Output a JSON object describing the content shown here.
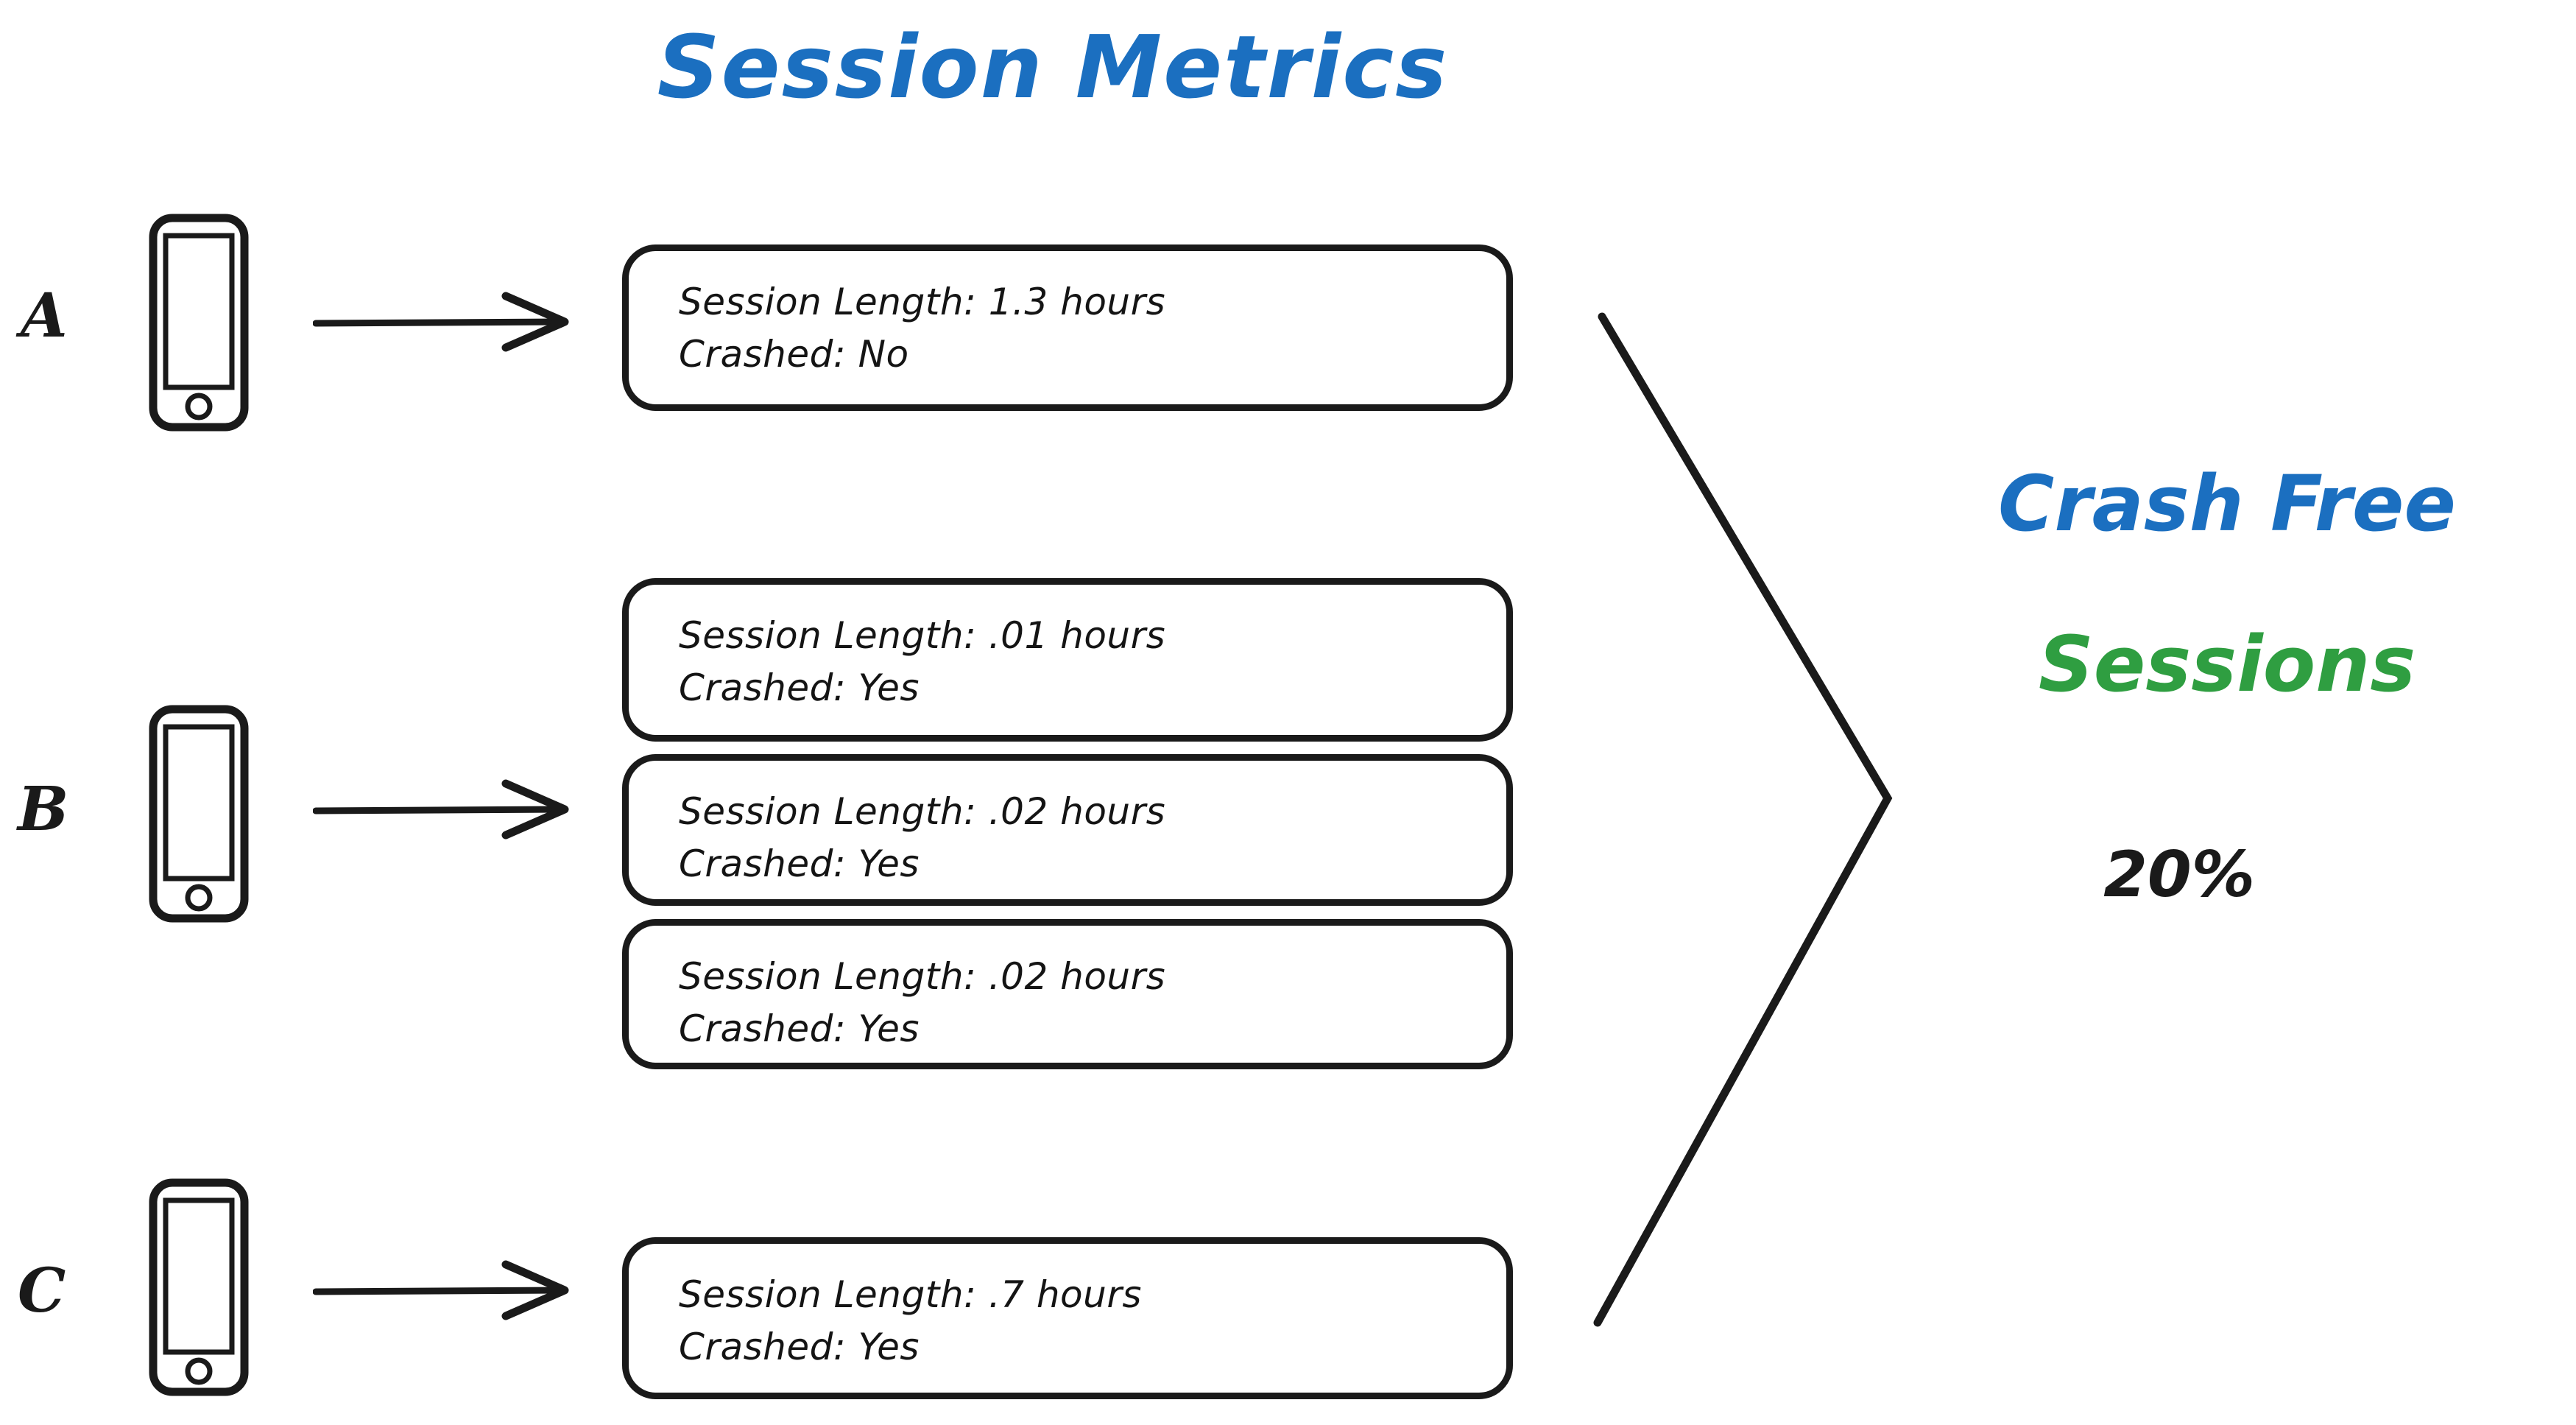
{
  "title": "Session Metrics",
  "devices": [
    {
      "label": "A",
      "icon": "mobile-phone-icon",
      "arrow_icon": "arrow-right-icon"
    },
    {
      "label": "B",
      "icon": "mobile-phone-icon",
      "arrow_icon": "arrow-right-icon"
    },
    {
      "label": "C",
      "icon": "mobile-phone-icon",
      "arrow_icon": "arrow-right-icon"
    }
  ],
  "sessions": [
    {
      "device": "A",
      "length_line": "Session Length: 1.3 hours",
      "crashed_line": "Crashed: No",
      "length_value": "1.3",
      "length_unit": "hours",
      "crashed": "No"
    },
    {
      "device": "B",
      "length_line": "Session Length: .01 hours",
      "crashed_line": "Crashed: Yes",
      "length_value": ".01",
      "length_unit": "hours",
      "crashed": "Yes"
    },
    {
      "device": "B",
      "length_line": "Session Length: .02 hours",
      "crashed_line": "Crashed: Yes",
      "length_value": ".02",
      "length_unit": "hours",
      "crashed": "Yes"
    },
    {
      "device": "B",
      "length_line": "Session Length: .02 hours",
      "crashed_line": "Crashed: Yes",
      "length_value": ".02",
      "length_unit": "hours",
      "crashed": "Yes"
    },
    {
      "device": "C",
      "length_line": "Session Length: .7 hours",
      "crashed_line": "Crashed: Yes",
      "length_value": ".7",
      "length_unit": "hours",
      "crashed": "Yes"
    }
  ],
  "outcome": {
    "line1": "Crash Free",
    "line2": "Sessions",
    "value": "20%",
    "bracket_icon": "chevron-right-bracket-icon"
  },
  "colors": {
    "blue": "#1B6FC0",
    "green": "#2F9E41",
    "ink": "#1a1a1a",
    "background": "#ffffff"
  },
  "chart_data": {
    "type": "table",
    "title": "Session Metrics",
    "columns": [
      "Device",
      "Session Length (hours)",
      "Crashed"
    ],
    "rows": [
      [
        "A",
        1.3,
        "No"
      ],
      [
        "B",
        0.01,
        "Yes"
      ],
      [
        "B",
        0.02,
        "Yes"
      ],
      [
        "B",
        0.02,
        "Yes"
      ],
      [
        "C",
        0.7,
        "Yes"
      ]
    ],
    "derived_metric": {
      "name": "Crash Free Sessions",
      "value": 20,
      "unit": "%"
    }
  }
}
